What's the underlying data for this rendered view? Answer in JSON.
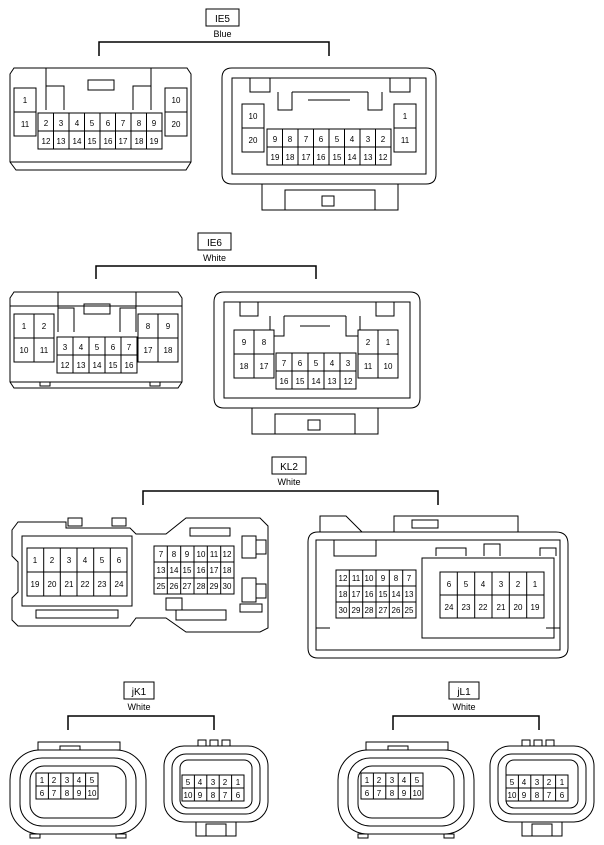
{
  "ie5": {
    "label": "IE5",
    "color": "Blue",
    "male_top_left": [
      "1"
    ],
    "male_bottom_left": [
      "11"
    ],
    "male_top_mid": [
      "2",
      "3",
      "4",
      "5",
      "6",
      "7",
      "8",
      "9"
    ],
    "male_bottom_mid": [
      "12",
      "13",
      "14",
      "15",
      "16",
      "17",
      "18",
      "19"
    ],
    "male_top_right": [
      "10"
    ],
    "male_bottom_right": [
      "20"
    ],
    "female_top_left": [
      "10"
    ],
    "female_bottom_left": [
      "20"
    ],
    "female_top_mid": [
      "9",
      "8",
      "7",
      "6",
      "5",
      "4",
      "3",
      "2"
    ],
    "female_bottom_mid": [
      "19",
      "18",
      "17",
      "16",
      "15",
      "14",
      "13",
      "12"
    ],
    "female_top_right": [
      "1"
    ],
    "female_bottom_right": [
      "11"
    ]
  },
  "ie6": {
    "label": "IE6",
    "color": "White",
    "male_top_left": [
      "1",
      "2"
    ],
    "male_bottom_left": [
      "10",
      "11"
    ],
    "male_top_mid": [
      "3",
      "4",
      "5",
      "6",
      "7"
    ],
    "male_bottom_mid": [
      "12",
      "13",
      "14",
      "15",
      "16"
    ],
    "male_top_right": [
      "8",
      "9"
    ],
    "male_bottom_right": [
      "17",
      "18"
    ],
    "female_top_left": [
      "9",
      "8"
    ],
    "female_bottom_left": [
      "18",
      "17"
    ],
    "female_top_mid": [
      "7",
      "6",
      "5",
      "4",
      "3"
    ],
    "female_bottom_mid": [
      "16",
      "15",
      "14",
      "13",
      "12"
    ],
    "female_top_right": [
      "2",
      "1"
    ],
    "female_bottom_right": [
      "11",
      "10"
    ]
  },
  "kl2": {
    "label": "KL2",
    "color": "White",
    "male_a_top": [
      "1",
      "2",
      "3",
      "4",
      "5",
      "6"
    ],
    "male_a_bottom": [
      "19",
      "20",
      "21",
      "22",
      "23",
      "24"
    ],
    "male_b_row1": [
      "7",
      "8",
      "9",
      "10",
      "11",
      "12"
    ],
    "male_b_row2": [
      "13",
      "14",
      "15",
      "16",
      "17",
      "18"
    ],
    "male_b_row3": [
      "25",
      "26",
      "27",
      "28",
      "29",
      "30"
    ],
    "female_b_row1": [
      "12",
      "11",
      "10",
      "9",
      "8",
      "7"
    ],
    "female_b_row2": [
      "18",
      "17",
      "16",
      "15",
      "14",
      "13"
    ],
    "female_b_row3": [
      "30",
      "29",
      "28",
      "27",
      "26",
      "25"
    ],
    "female_a_top": [
      "6",
      "5",
      "4",
      "3",
      "2",
      "1"
    ],
    "female_a_bottom": [
      "24",
      "23",
      "22",
      "21",
      "20",
      "19"
    ]
  },
  "jk1": {
    "label": "jK1",
    "color": "White",
    "male_top": [
      "1",
      "2",
      "3",
      "4",
      "5"
    ],
    "male_bottom": [
      "6",
      "7",
      "8",
      "9",
      "10"
    ],
    "female_top": [
      "5",
      "4",
      "3",
      "2",
      "1"
    ],
    "female_bottom": [
      "10",
      "9",
      "8",
      "7",
      "6"
    ]
  },
  "jl1": {
    "label": "jL1",
    "color": "White",
    "male_top": [
      "1",
      "2",
      "3",
      "4",
      "5"
    ],
    "male_bottom": [
      "6",
      "7",
      "8",
      "9",
      "10"
    ],
    "female_top": [
      "5",
      "4",
      "3",
      "2",
      "1"
    ],
    "female_bottom": [
      "10",
      "9",
      "8",
      "7",
      "6"
    ]
  }
}
